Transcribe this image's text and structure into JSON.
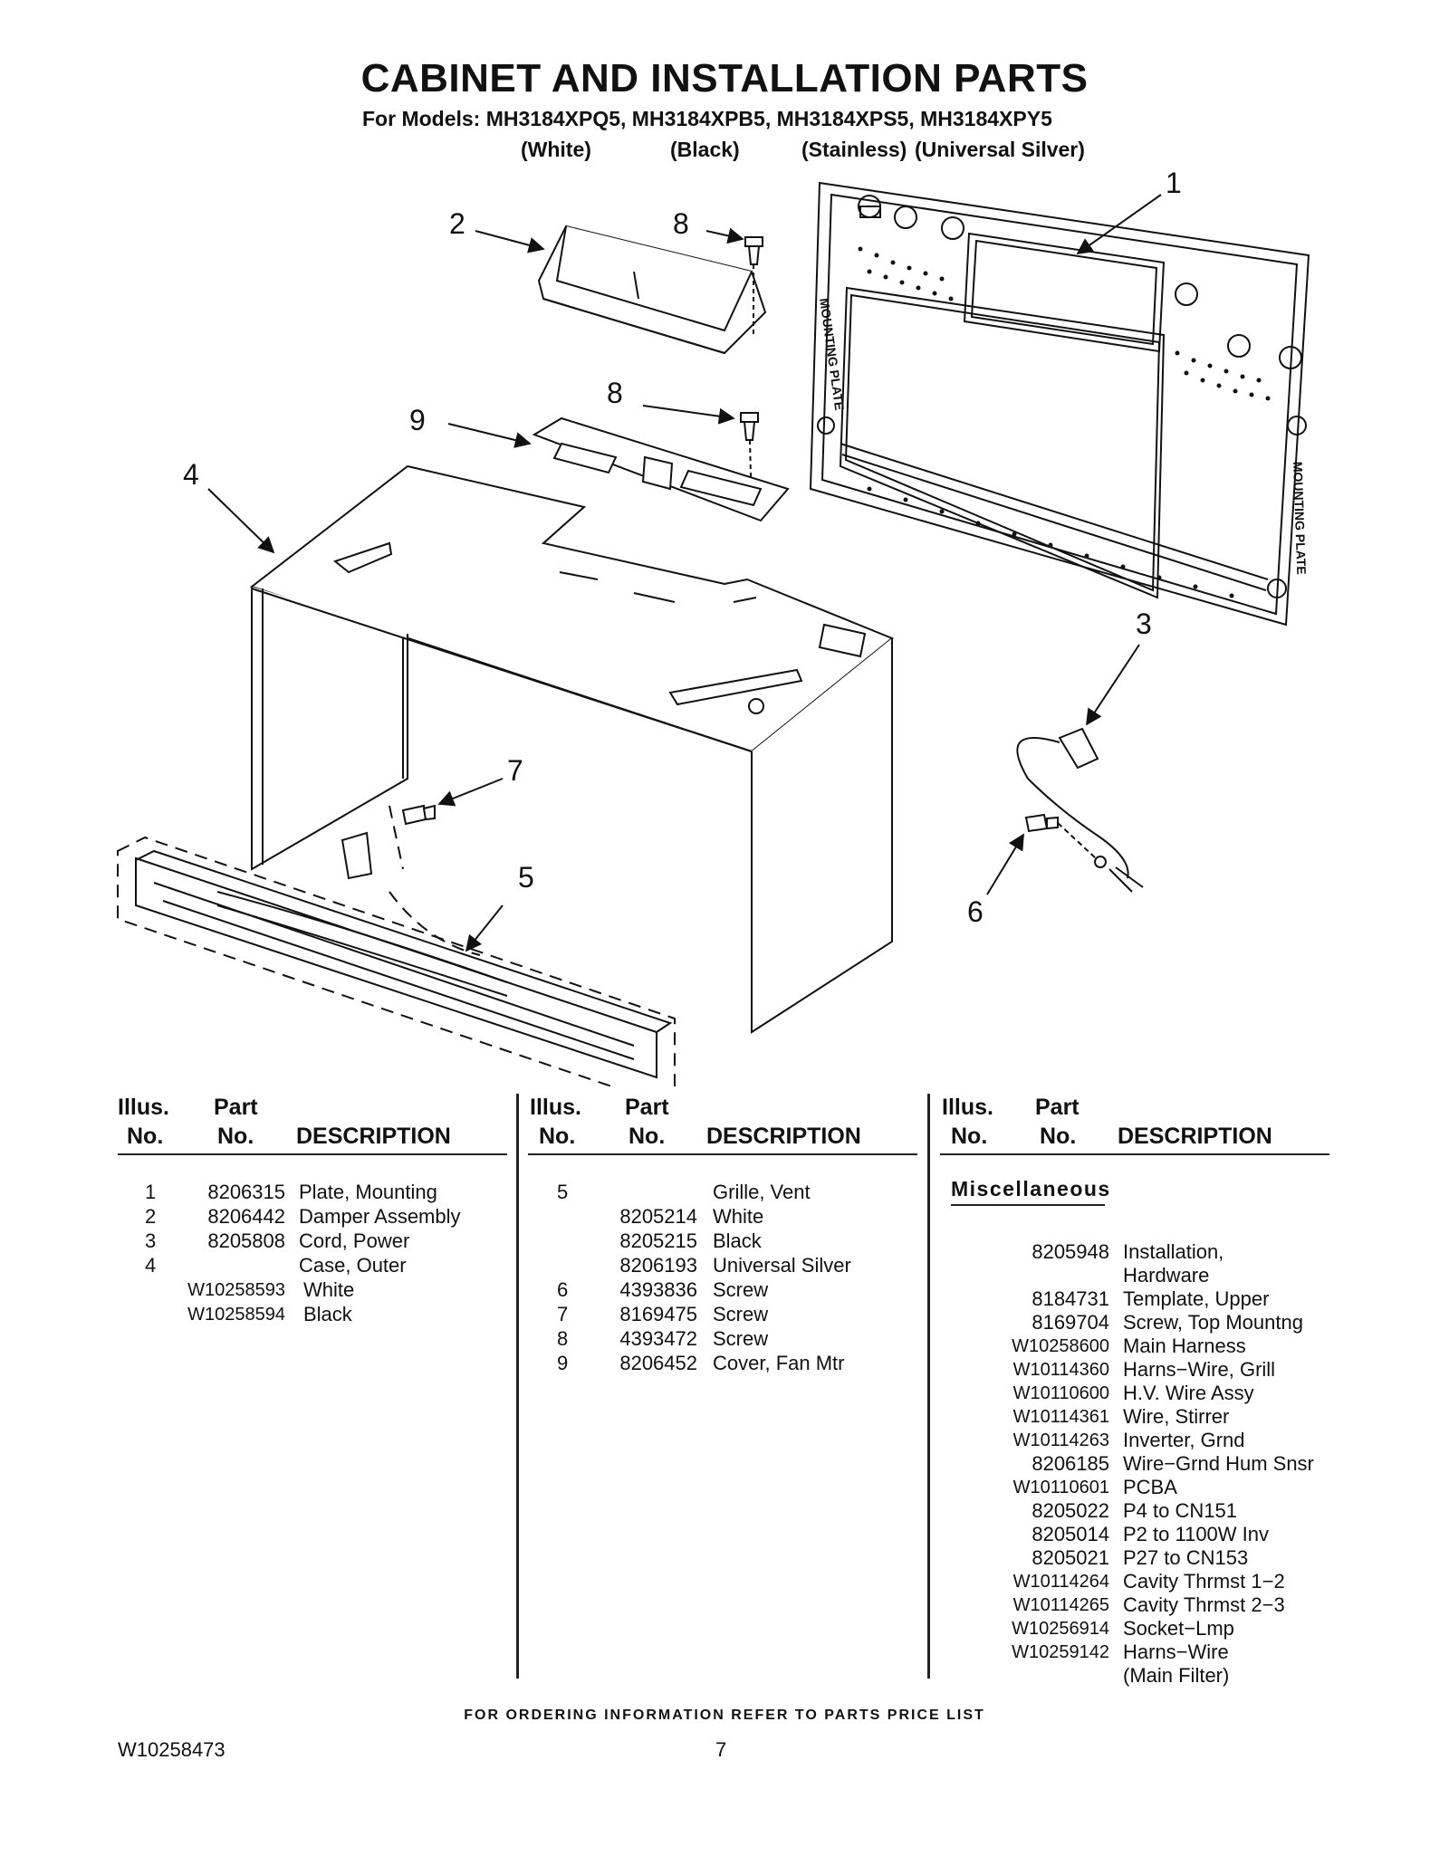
{
  "header": {
    "title": "CABINET AND INSTALLATION PARTS",
    "models": "For Models: MH3184XPQ5, MH3184XPB5, MH3184XPS5, MH3184XPY5",
    "colors": [
      "(White)",
      "(Black)",
      "(Stainless)",
      "(Universal Silver)"
    ]
  },
  "callouts": [
    "1",
    "2",
    "3",
    "4",
    "5",
    "6",
    "7",
    "8",
    "8",
    "9"
  ],
  "diagram_text": {
    "plate_label": "MOUNTING PLATE"
  },
  "table_headers": {
    "illus": "Illus.",
    "no": "No.",
    "part": "Part",
    "description": "DESCRIPTION"
  },
  "columns": [
    [
      {
        "illus": "1",
        "part": "8206315",
        "desc": "Plate, Mounting"
      },
      {
        "illus": "2",
        "part": "8206442",
        "desc": "Damper Assembly"
      },
      {
        "illus": "3",
        "part": "8205808",
        "desc": "Cord, Power"
      },
      {
        "illus": "4",
        "part": "",
        "desc": "Case, Outer"
      },
      {
        "illus": "",
        "part": "W10258593",
        "desc": "White"
      },
      {
        "illus": "",
        "part": "W10258594",
        "desc": "Black"
      }
    ],
    [
      {
        "illus": "5",
        "part": "",
        "desc": "Grille, Vent"
      },
      {
        "illus": "",
        "part": "8205214",
        "desc": "White"
      },
      {
        "illus": "",
        "part": "8205215",
        "desc": "Black"
      },
      {
        "illus": "",
        "part": "8206193",
        "desc": "Universal Silver"
      },
      {
        "illus": "6",
        "part": "4393836",
        "desc": "Screw"
      },
      {
        "illus": "7",
        "part": "8169475",
        "desc": "Screw"
      },
      {
        "illus": "8",
        "part": "4393472",
        "desc": "Screw"
      },
      {
        "illus": "9",
        "part": "8206452",
        "desc": "Cover, Fan Mtr"
      }
    ]
  ],
  "misc": {
    "heading": "Miscellaneous",
    "items": [
      {
        "part": "8205948",
        "desc": "Installation,"
      },
      {
        "part": "",
        "desc": "Hardware"
      },
      {
        "part": "8184731",
        "desc": "Template, Upper"
      },
      {
        "part": "8169704",
        "desc": "Screw, Top Mountng"
      },
      {
        "part": "W10258600",
        "desc": "Main Harness"
      },
      {
        "part": "W10114360",
        "desc": "Harns−Wire, Grill"
      },
      {
        "part": "W10110600",
        "desc": "H.V. Wire Assy"
      },
      {
        "part": "W10114361",
        "desc": "Wire, Stirrer"
      },
      {
        "part": "W10114263",
        "desc": "Inverter, Grnd"
      },
      {
        "part": "8206185",
        "desc": "Wire−Grnd Hum Snsr"
      },
      {
        "part": "W10110601",
        "desc": "PCBA"
      },
      {
        "part": "8205022",
        "desc": "P4 to CN151"
      },
      {
        "part": "8205014",
        "desc": "P2 to 1100W Inv"
      },
      {
        "part": "8205021",
        "desc": "P27 to CN153"
      },
      {
        "part": "W10114264",
        "desc": "Cavity Thrmst 1−2"
      },
      {
        "part": "W10114265",
        "desc": "Cavity Thrmst 2−3"
      },
      {
        "part": "W10256914",
        "desc": "Socket−Lmp"
      },
      {
        "part": "W10259142",
        "desc": "Harns−Wire"
      },
      {
        "part": "",
        "desc": "(Main Filter)"
      }
    ]
  },
  "footer": {
    "ordering": "FOR ORDERING INFORMATION REFER TO PARTS PRICE LIST",
    "doc_number": "W10258473",
    "page": "7"
  }
}
